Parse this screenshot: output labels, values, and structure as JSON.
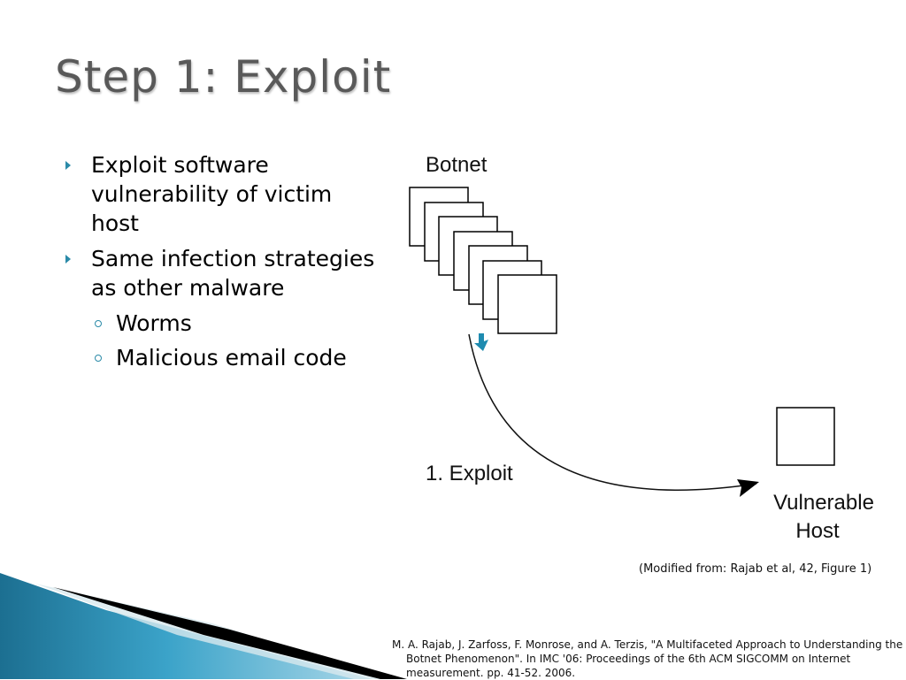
{
  "slide": {
    "title": "Step 1: Exploit",
    "bullets": [
      {
        "text": "Exploit software vulnerability of victim host"
      },
      {
        "text": "Same infection strategies as other malware"
      }
    ],
    "sub_bullets": [
      {
        "text": "Worms"
      },
      {
        "text": "Malicious email code"
      }
    ],
    "diagram": {
      "botnet_label": "Botnet",
      "exploit_label": "1. Exploit",
      "host_label_line1": "Vulnerable",
      "host_label_line2": "Host",
      "arrow_color": "#1e8bb0"
    },
    "caption": "(Modified from: Rajab et al, 42, Figure 1)",
    "reference": "M. A. Rajab, J. Zarfoss, F. Monrose, and A. Terzis, \"A Multifaceted Approach to Understanding the Botnet Phenomenon\". In IMC '06: Proceedings of the 6th ACM SIGCOMM on Internet measurement. pp. 41-52. 2006.",
    "accent_color": "#2a8aa8"
  }
}
